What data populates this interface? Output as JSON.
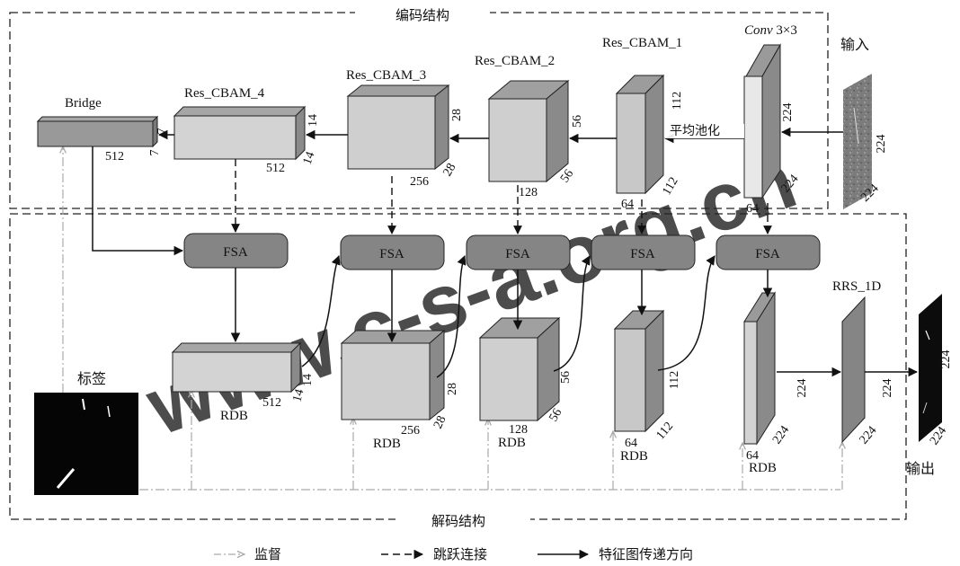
{
  "sections": {
    "encoder": "编码结构",
    "decoder": "解码结构"
  },
  "encoder_blocks": {
    "input_label": "输入",
    "conv_label_italic": "Conv",
    "conv_label_rest": " 3×3",
    "res1": "Res_CBAM_1",
    "res2": "Res_CBAM_2",
    "res3": "Res_CBAM_3",
    "res4": "Res_CBAM_4",
    "bridge": "Bridge",
    "pool": "平均池化"
  },
  "decoder_blocks": {
    "fsa": "FSA",
    "rdb": "RDB",
    "rrs": "RRS_1D",
    "label": "标签",
    "output": "输出"
  },
  "dims": {
    "n7": "7",
    "n14": "14",
    "n28": "28",
    "n56": "56",
    "n64": "64",
    "n112": "112",
    "n128": "128",
    "n224": "224",
    "n256": "256",
    "n512": "512"
  },
  "legend": {
    "supervision": "监督",
    "skip": "跳跃连接",
    "feature_flow": "特征图传递方向"
  },
  "watermark": "www.c-s-a.org.cn",
  "colors": {
    "box_face": "#d3d3d3",
    "box_dark": "#7a7a7a",
    "fsa_fill": "#858585",
    "line": "#111111",
    "supervision_line": "#aaaaaa",
    "watermark": "#cfcfcf"
  }
}
